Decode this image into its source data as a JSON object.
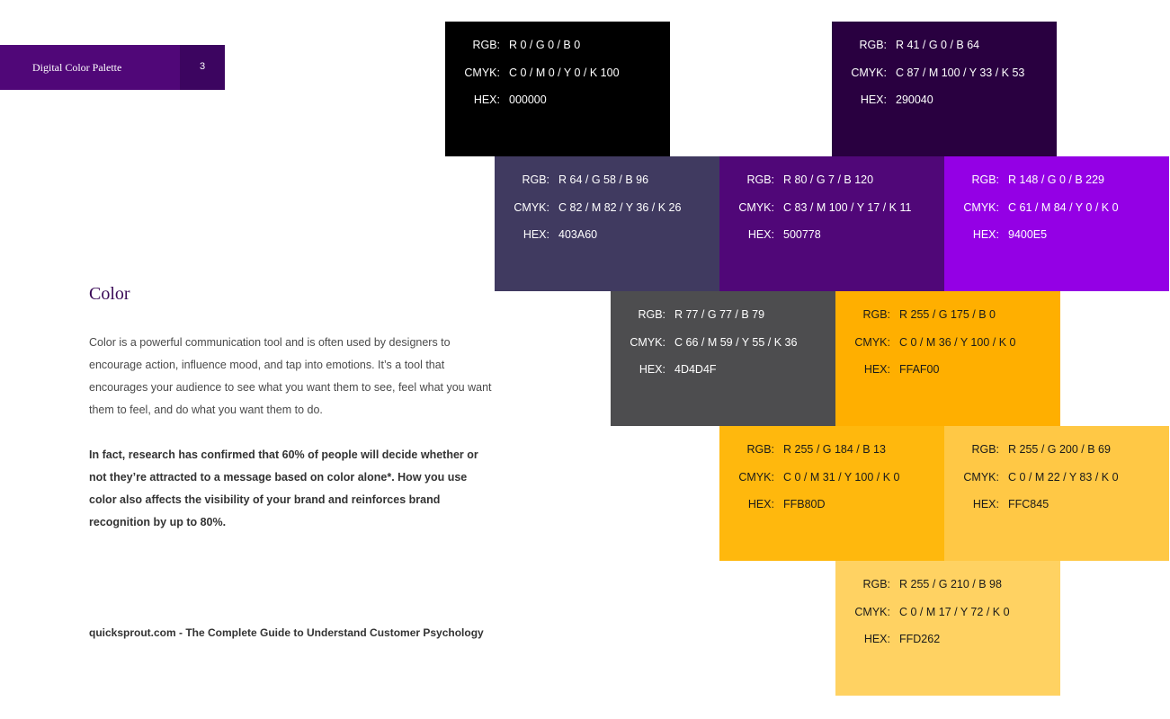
{
  "header": {
    "title": "Digital Color Palette",
    "page_number": "3"
  },
  "content": {
    "title": "Color",
    "intro": "Color is a powerful communication tool and is often used by designers to encourage action, influence mood, and tap into emotions. It’s a tool that encourages your audience to see what you want them to see, feel what you want them to feel, and do what you want them to do.",
    "emphasis": "In fact, research has confirmed that 60% of people will decide whether or not they’re attracted to a message based on color alone*. How you use color also affects the visibility of your brand and reinforces brand recognition by up to 80%.",
    "source": "quicksprout.com - The Complete Guide to Understand Customer Psychology"
  },
  "labels": {
    "rgb": "RGB:",
    "cmyk": "CMYK:",
    "hex": "HEX:"
  },
  "swatches": [
    {
      "rgb": "R 0 / G 0 / B 0",
      "cmyk": "C 0 / M 0 / Y 0 / K 100",
      "hex": "000000",
      "color": "#000000",
      "text_color": "#ffffff"
    },
    {
      "rgb": "R 41 / G 0 / B 64",
      "cmyk": "C 87 / M 100 / Y 33 / K 53",
      "hex": "290040",
      "color": "#290040",
      "text_color": "#ffffff"
    },
    {
      "rgb": "R 64 / G 58 / B 96",
      "cmyk": "C 82 / M 82 / Y 36 / K 26",
      "hex": "403A60",
      "color": "#403A60",
      "text_color": "#ffffff"
    },
    {
      "rgb": "R 80 / G 7 / B 120",
      "cmyk": "C 83 / M 100 / Y 17 / K 11",
      "hex": "500778",
      "color": "#500778",
      "text_color": "#ffffff"
    },
    {
      "rgb": "R 148 / G 0 / B 229",
      "cmyk": "C 61 / M 84 / Y 0 / K 0",
      "hex": "9400E5",
      "color": "#9400E5",
      "text_color": "#ffffff"
    },
    {
      "rgb": "R 77 / G 77 / B 79",
      "cmyk": "C 66 / M 59 / Y 55 / K 36",
      "hex": "4D4D4F",
      "color": "#4D4D4F",
      "text_color": "#ffffff"
    },
    {
      "rgb": "R 255 / G 175 / B 0",
      "cmyk": "C 0 / M 36 / Y 100 / K 0",
      "hex": "FFAF00",
      "color": "#FFAF00",
      "text_color": "#1a1a1a"
    },
    {
      "rgb": "R 255 / G 184 / B 13",
      "cmyk": "C 0 / M 31 / Y 100 / K 0",
      "hex": "FFB80D",
      "color": "#FFB80D",
      "text_color": "#1a1a1a"
    },
    {
      "rgb": "R 255 / G 200 / B 69",
      "cmyk": "C 0 / M 22 / Y 83 / K 0",
      "hex": "FFC845",
      "color": "#FFC845",
      "text_color": "#1a1a1a"
    },
    {
      "rgb": "R 255 / G 210 / B 98",
      "cmyk": "C 0 / M 17 / Y 72 / K 0",
      "hex": "FFD262",
      "color": "#FFD262",
      "text_color": "#1a1a1a"
    }
  ]
}
